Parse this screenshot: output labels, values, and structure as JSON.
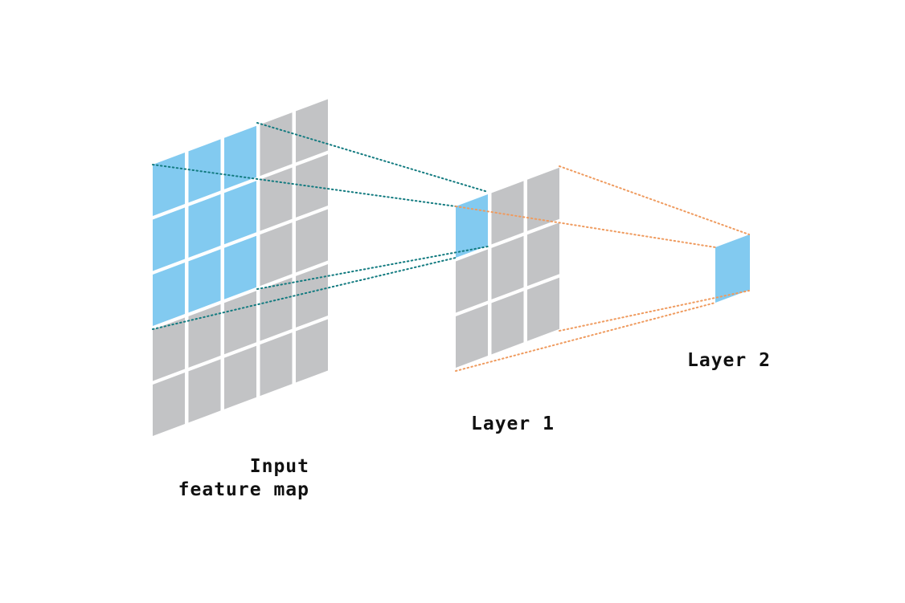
{
  "labels": {
    "input_line1": "Input",
    "input_line2": "feature map",
    "layer1": "Layer 1",
    "layer2": "Layer 2"
  },
  "colors": {
    "background": "#ffffff",
    "cell_inactive": "#c2c3c5",
    "cell_active": "#82caf0",
    "connector_layer1": "#137b80",
    "connector_layer2": "#ef9b5f"
  },
  "grids": {
    "input": {
      "rows": 5,
      "cols": 5,
      "highlighted_rows": 3,
      "highlighted_cols": 3
    },
    "layer1": {
      "rows": 3,
      "cols": 3,
      "highlighted_rows": 1,
      "highlighted_cols": 1
    },
    "layer2": {
      "rows": 1,
      "cols": 1,
      "highlighted_rows": 1,
      "highlighted_cols": 1
    }
  }
}
